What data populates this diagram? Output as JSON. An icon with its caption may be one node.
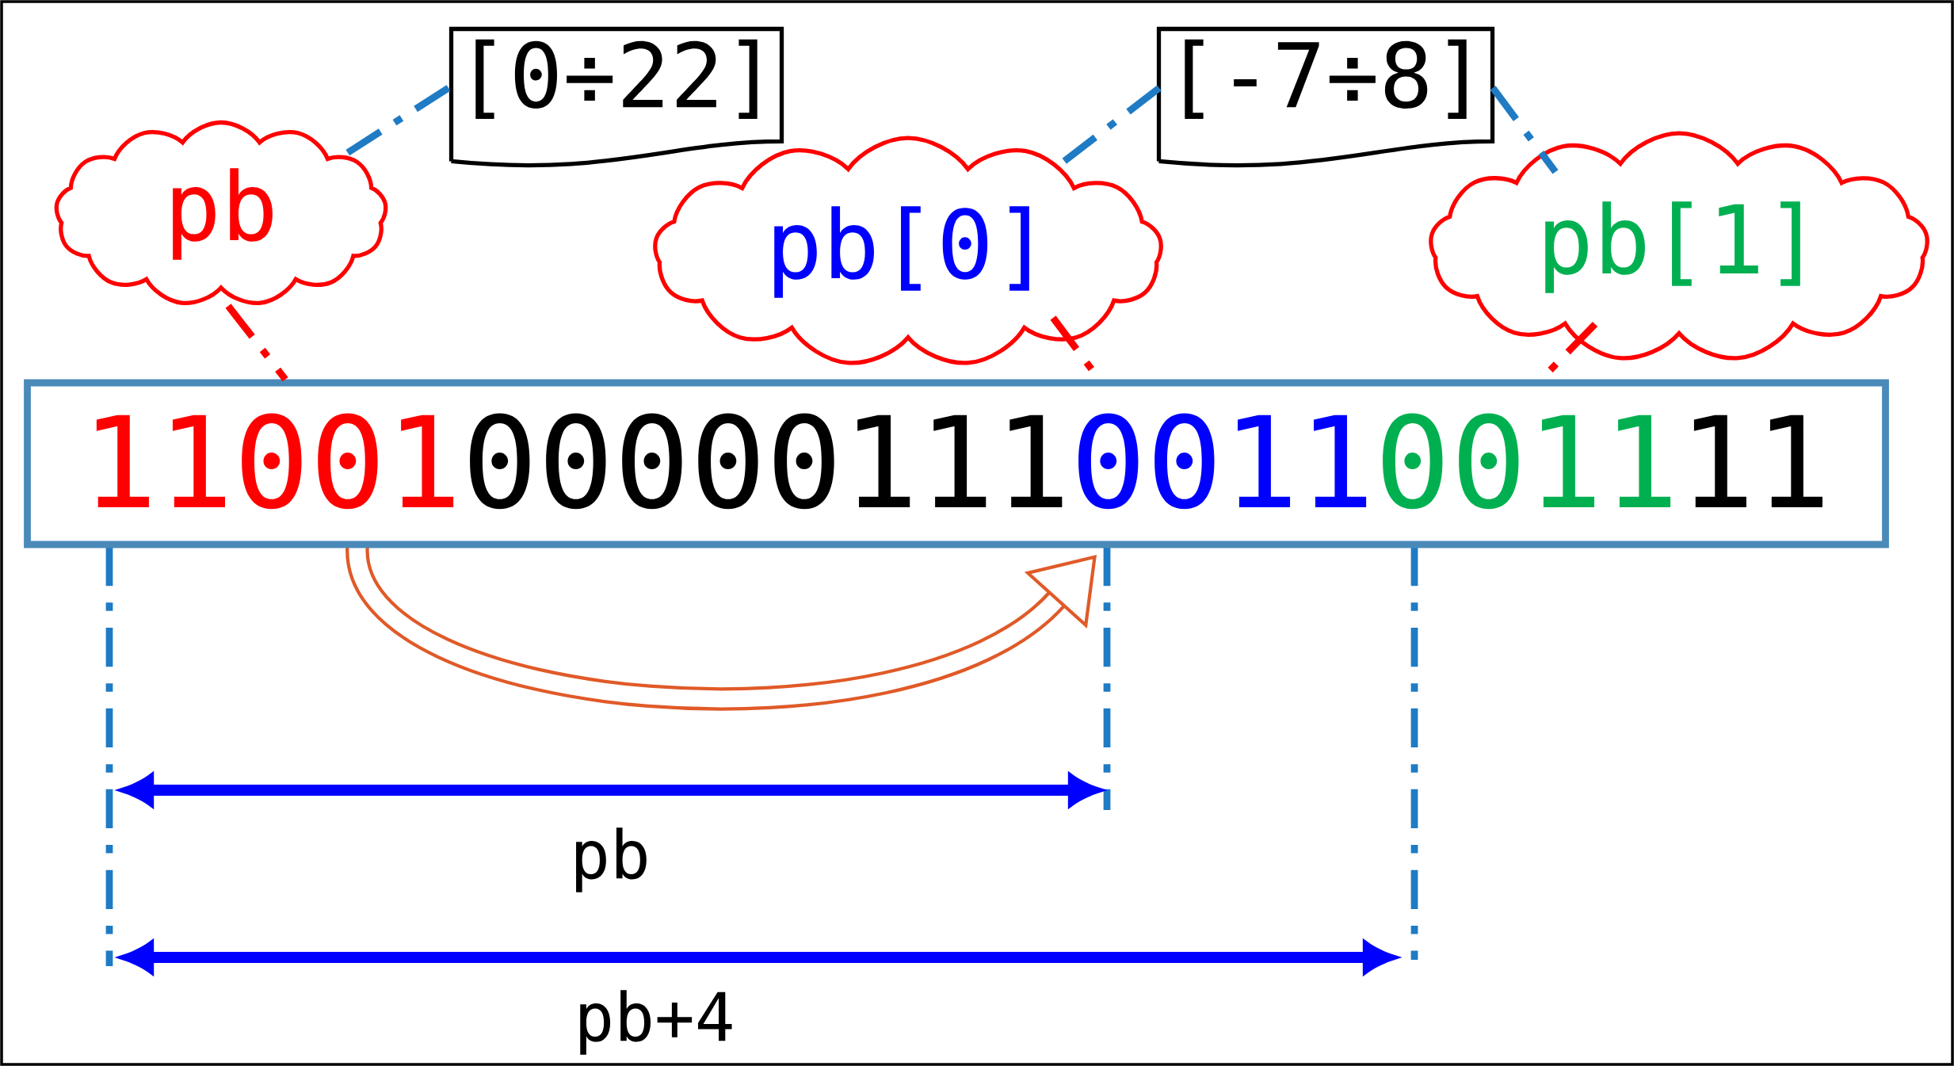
{
  "diagram": {
    "nodes": [
      {
        "text": [
          "pb"
        ]
      },
      {
        "text": [
          "pb[0]"
        ]
      },
      {
        "text": [
          "pb[1]"
        ]
      },
      {
        "text": [
          "[0÷22]"
        ]
      },
      {
        "text": [
          "[-7÷8]"
        ]
      },
      {
        "text": [
          "11001",
          "00000111",
          "0011",
          "0011",
          "11"
        ]
      }
    ],
    "edges": [
      {
        "from": 3,
        "to": 0,
        "arrow": "none",
        "style": "dashed",
        "color": "#1f7bc4"
      },
      {
        "from": 4,
        "to": 1,
        "arrow": "none",
        "style": "dashed",
        "color": "#1f7bc4"
      },
      {
        "from": 4,
        "to": 2,
        "arrow": "none",
        "style": "dashed",
        "color": "#1f7bc4"
      },
      {
        "from": 0,
        "to": 5,
        "arrow": "none",
        "style": "dashed",
        "color": "#ff0000"
      },
      {
        "from": 1,
        "to": 5,
        "arrow": "none",
        "style": "dashed",
        "color": "#ff0000"
      },
      {
        "from": 2,
        "to": 5,
        "arrow": "none",
        "style": "dashed",
        "color": "#ff0000"
      }
    ],
    "labels": [
      "pb",
      "pb+4"
    ]
  }
}
